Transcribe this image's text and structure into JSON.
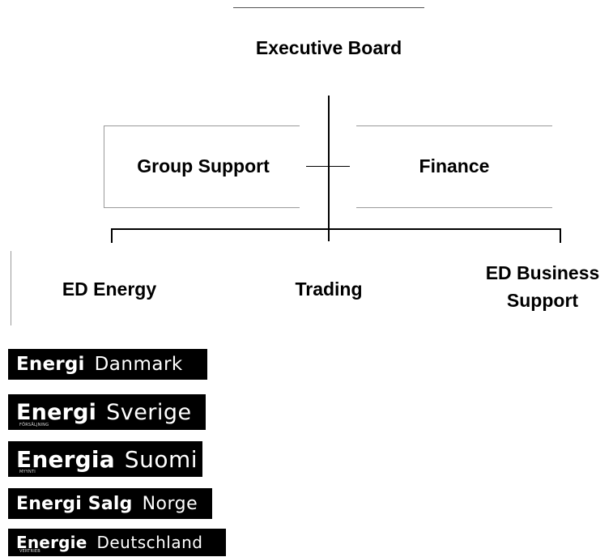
{
  "org_chart": {
    "top": {
      "label": "Executive Board"
    },
    "staff": [
      {
        "label": "Group Support"
      },
      {
        "label": "Finance"
      }
    ],
    "divisions": [
      {
        "label": "ED Energy"
      },
      {
        "label": "Trading"
      },
      {
        "label": "ED Business Support"
      }
    ]
  },
  "brands": [
    {
      "name": "Energi",
      "country": "Danmark",
      "sub": ""
    },
    {
      "name": "Energi",
      "country": "Sverige",
      "sub": "FÖRSÄLJNING"
    },
    {
      "name": "Energia",
      "country": "Suomi",
      "sub": "MYYNTI"
    },
    {
      "name": "Energi Salg",
      "country": "Norge",
      "sub": ""
    },
    {
      "name": "Energie",
      "country": "Deutschland",
      "sub": "VERTRIEB"
    }
  ]
}
